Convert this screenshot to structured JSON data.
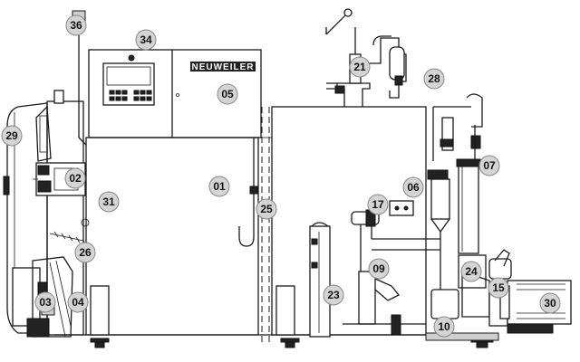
{
  "brand_label": "NEUWEILER",
  "callouts": [
    "01",
    "02",
    "03",
    "04",
    "05",
    "06",
    "07",
    "09",
    "10",
    "15",
    "17",
    "21",
    "23",
    "24",
    "25",
    "26",
    "28",
    "29",
    "30",
    "31",
    "34",
    "36"
  ],
  "colors": {
    "callout_fill": "#d4d4d4",
    "line": "#1a1a1a"
  }
}
